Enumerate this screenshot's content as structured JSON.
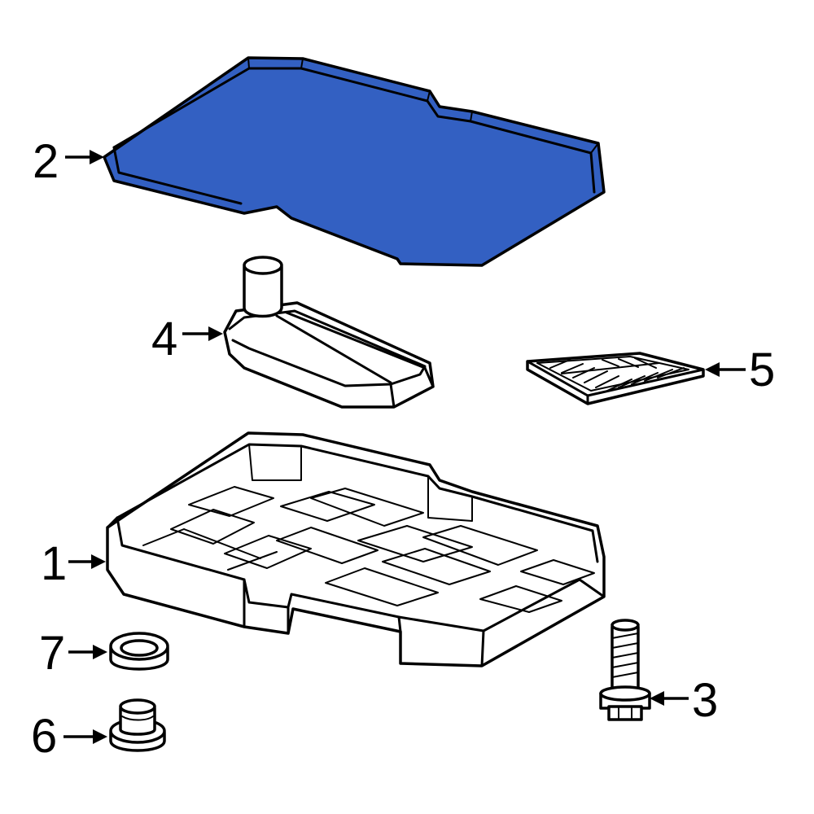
{
  "colors": {
    "highlight": "#3360C2",
    "outline": "#000000",
    "fill": "#FFFFFF"
  },
  "callouts": [
    {
      "id": "1",
      "label": "1",
      "part": "oil-pan"
    },
    {
      "id": "2",
      "label": "2",
      "part": "pan-gasket"
    },
    {
      "id": "3",
      "label": "3",
      "part": "bolt"
    },
    {
      "id": "4",
      "label": "4",
      "part": "filter"
    },
    {
      "id": "5",
      "label": "5",
      "part": "screen"
    },
    {
      "id": "6",
      "label": "6",
      "part": "drain-plug"
    },
    {
      "id": "7",
      "label": "7",
      "part": "seal-ring"
    }
  ]
}
